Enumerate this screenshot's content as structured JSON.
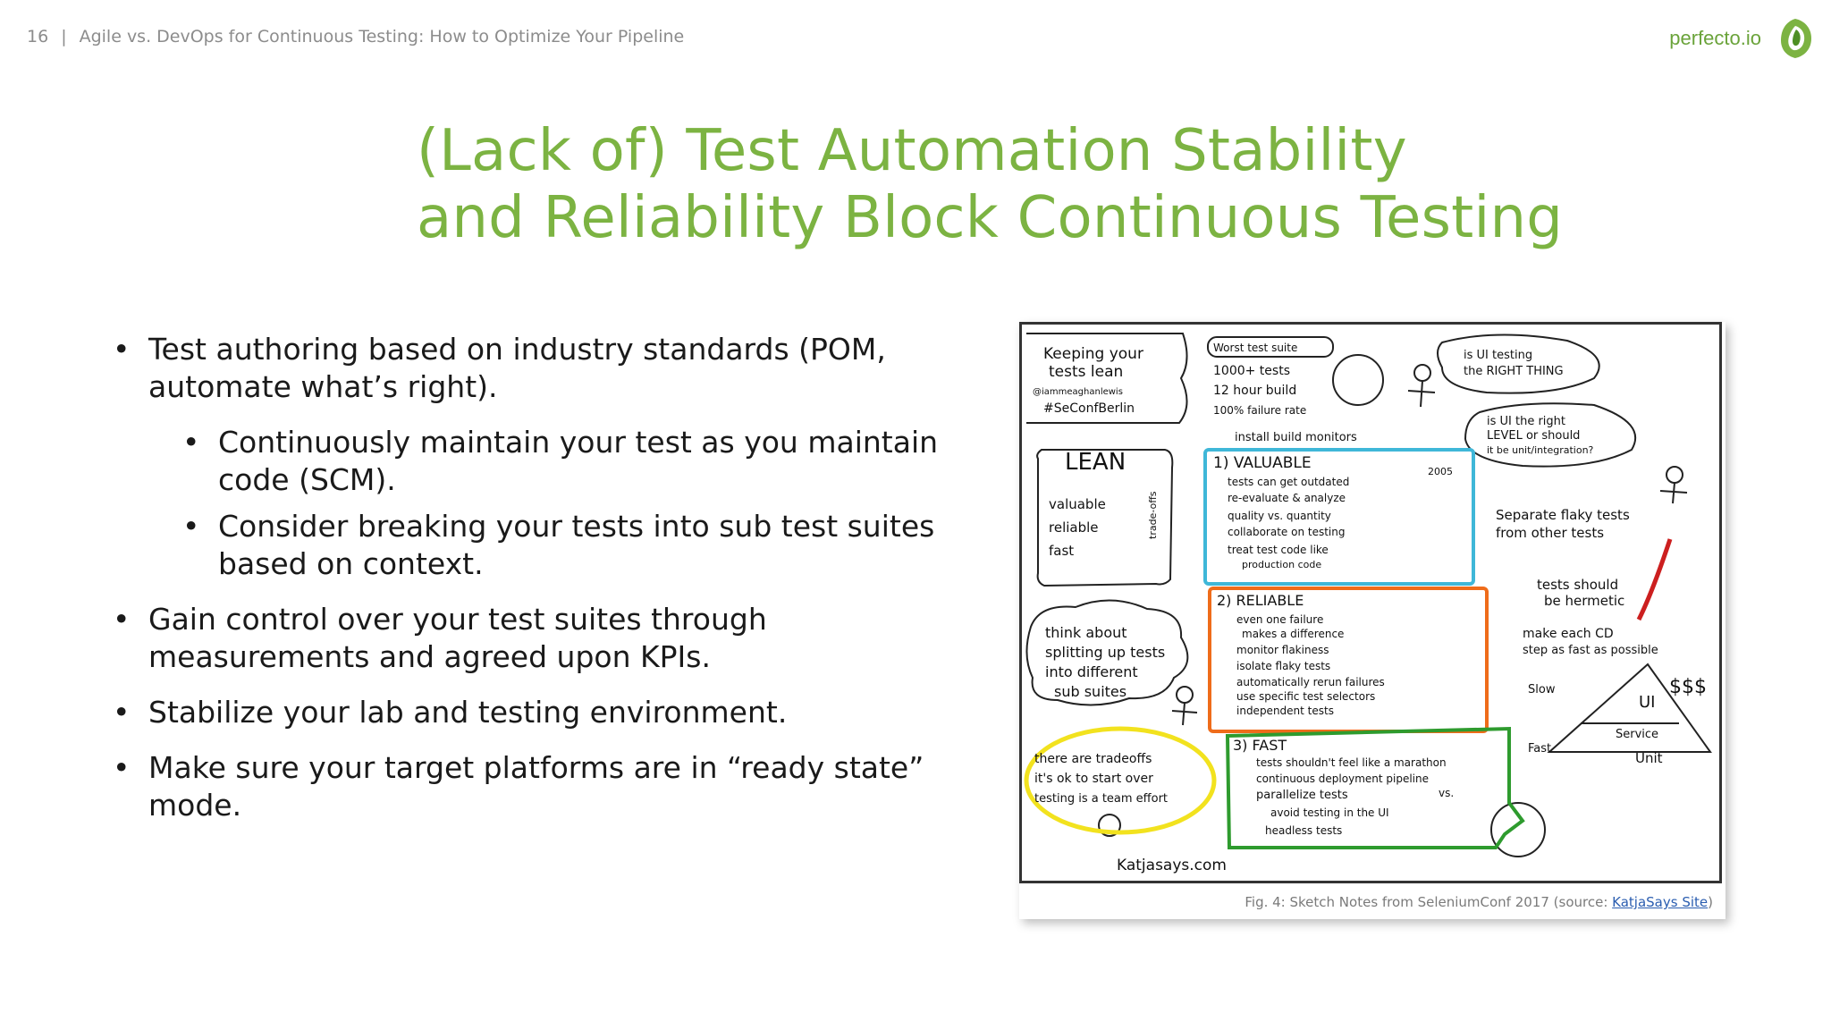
{
  "header": {
    "page_number": "16",
    "separator": "|",
    "doc_title": "Agile vs. DevOps for Continuous Testing: How to Optimize Your Pipeline",
    "brand": "perfecto.io",
    "brand_color": "#6aa33a"
  },
  "title": {
    "line1": "(Lack of) Test Automation Stability",
    "line2": "and Reliability Block Continuous Testing",
    "color": "#7cb342"
  },
  "bullets": {
    "b1": "Test authoring based on industry standards (POM, automate what’s right).",
    "b1_sub1": "Continuously maintain your test as you maintain code (SCM).",
    "b1_sub2": "Consider breaking your tests into sub test suites based on context.",
    "b2": "Gain control over your test suites through measurements and agreed upon KPIs.",
    "b3": "Stabilize your lab and testing environment.",
    "b4": "Make sure your target platforms are in “ready state” mode."
  },
  "sketch": {
    "keeping": "Keeping your",
    "tests_lean": "tests lean",
    "handle": "@iammeaghanlewis",
    "hashtag": "#SeConfBerlin",
    "lean": "LEAN",
    "valuable_word": "valuable",
    "reliable_word": "reliable",
    "fast_word": "fast",
    "tradeoffs": "trade-offs",
    "worst_suite": "Worst test suite",
    "tests_1000": "1000+ tests",
    "build_12": "12 hour build",
    "failure_100": "100% failure rate",
    "is_ui_testing": "is UI testing",
    "right_thing": "the RIGHT THING",
    "right_level": "is UI the right",
    "level_or": "LEVEL or should",
    "unit_integration": "it be unit/integration?",
    "install_monitors": "install build monitors",
    "v_title": "1) VALUABLE",
    "v1": "tests can get outdated",
    "v2": "re-evaluate & analyze",
    "v3": "quality vs. quantity",
    "v4": "collaborate on testing",
    "v5": "treat test code like",
    "v6": "production code",
    "year": "2005",
    "separate": "Separate flaky tests",
    "from_other": "from other tests",
    "hermetic1": "tests should",
    "hermetic2": "be hermetic",
    "think1": "think about",
    "think2": "splitting up tests",
    "think3": "into different",
    "think4": "sub suites",
    "r_title": "2) RELIABLE",
    "r1": "even one failure",
    "r2": "makes a difference",
    "r3": "monitor flakiness",
    "r4": "isolate flaky tests",
    "r5": "automatically rerun failures",
    "r6": "use specific test selectors",
    "r7": "independent tests",
    "cd1": "make each CD",
    "cd2": "step as fast as possible",
    "slow": "Slow",
    "fast_label": "Fast",
    "pyr_ui": "UI",
    "pyr_service": "Service",
    "pyr_unit": "Unit",
    "dollars": "$$$",
    "y1": "there are tradeoffs",
    "y2": "it's ok to start over",
    "y3": "testing is a team effort",
    "f_title": "3) FAST",
    "f1": "tests shouldn't feel like a marathon",
    "f2": "continuous deployment pipeline",
    "f3": "parallelize tests",
    "f4": "avoid testing in the UI",
    "f5": "headless tests",
    "vs": "vs.",
    "katja": "Katjasays.com",
    "caption_prefix": "Fig. 4: Sketch Notes from SeleniumConf 2017 (source: ",
    "caption_link": "KatjaSays Site",
    "caption_suffix": ")",
    "cyan": "#3fb7d8",
    "orange": "#ef6c1a",
    "green": "#2e9b2e",
    "yellow": "#f2e21e",
    "red": "#cc1f1f"
  }
}
